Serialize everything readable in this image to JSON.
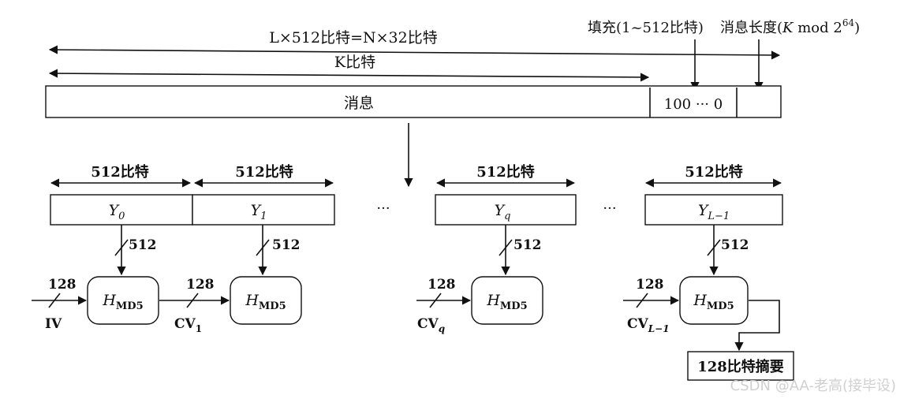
{
  "top": {
    "total_label": "L×512比特=N×32比特",
    "message_bits_label": "K比特",
    "padding_label": "填充(1~512比特)",
    "length_label_prefix": "消息长度(",
    "length_label_K": "K",
    "length_label_mod": " mod 2",
    "length_label_exp": "64",
    "length_label_suffix": ")",
    "message_label": "消息",
    "padding_content": "100 ··· 0"
  },
  "blocks": [
    {
      "size_label": "512比特",
      "name": "Y",
      "sub": "0",
      "input_bits": "512",
      "cv_bits": "128",
      "cv_label": "IV",
      "cv_sub": "",
      "func": "H",
      "func_sub": "MD5"
    },
    {
      "size_label": "512比特",
      "name": "Y",
      "sub": "1",
      "input_bits": "512",
      "cv_bits": "128",
      "cv_label": "CV",
      "cv_sub": "1",
      "func": "H",
      "func_sub": "MD5"
    },
    {
      "size_label": "512比特",
      "name": "Y",
      "sub": "q",
      "input_bits": "512",
      "cv_bits": "128",
      "cv_label": "CV",
      "cv_sub": "q",
      "func": "H",
      "func_sub": "MD5"
    },
    {
      "size_label": "512比特",
      "name": "Y",
      "sub": "L−1",
      "input_bits": "512",
      "cv_bits": "128",
      "cv_label": "CV",
      "cv_sub": "L−1",
      "func": "H",
      "func_sub": "MD5"
    }
  ],
  "ellipsis": "···",
  "output_label": "128比特摘要",
  "watermark": "CSDN @AA-老高(接毕设)"
}
